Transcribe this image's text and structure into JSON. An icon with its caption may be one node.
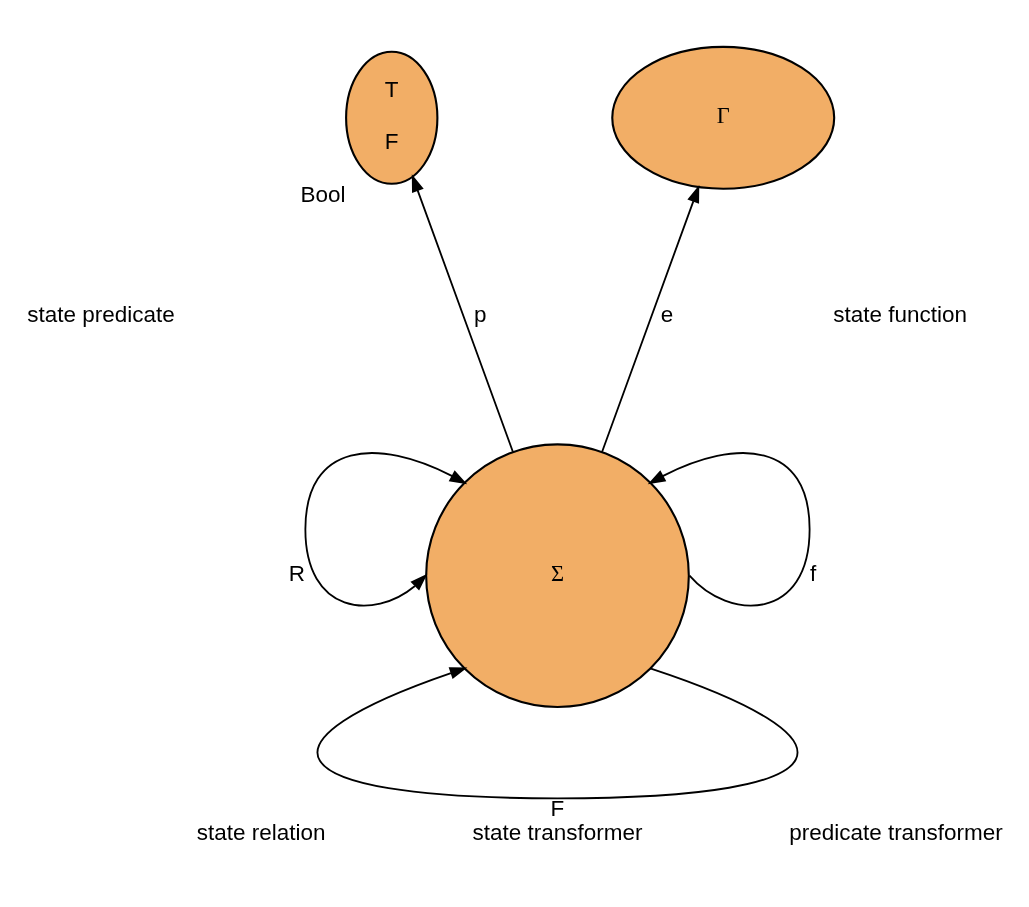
{
  "diagram": {
    "nodes": [
      {
        "text": [
          "Bool",
          "T",
          "F"
        ]
      },
      {
        "text": [
          "Γ"
        ]
      },
      {
        "text": [
          "Σ"
        ]
      }
    ],
    "edges": [
      {
        "from": 2,
        "to": 0,
        "arrow": "to",
        "label": "p"
      },
      {
        "from": 2,
        "to": 1,
        "arrow": "to",
        "label": "e"
      },
      {
        "from": 2,
        "to": 2,
        "arrow": "both",
        "label": "R"
      },
      {
        "from": 2,
        "to": 2,
        "arrow": "to",
        "label": "f"
      },
      {
        "from": 2,
        "to": 2,
        "arrow": "to",
        "label": "F"
      }
    ],
    "labels": [
      "state predicate",
      "state function",
      "state relation",
      "state transformer",
      "predicate transformer"
    ]
  }
}
